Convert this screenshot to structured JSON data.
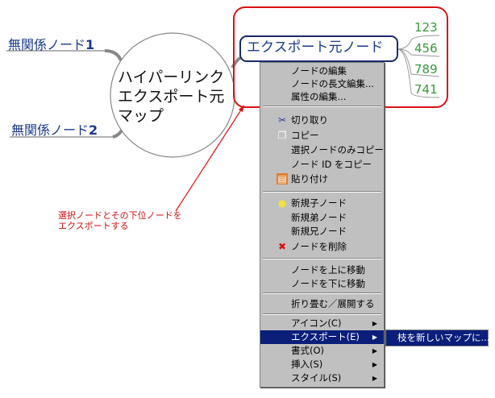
{
  "map": {
    "unrelated_nodes": [
      {
        "label": "無関係ノード",
        "num": "1"
      },
      {
        "label": "無関係ノード",
        "num": "2"
      }
    ],
    "root": [
      "ハイパーリンク",
      "エクスポート元",
      "マップ"
    ],
    "selected_node": "エクスポート元ノード",
    "children": [
      "123",
      "456",
      "789",
      "741"
    ],
    "annotation": [
      "選択ノードとその下位ノードを",
      "エクスポートする"
    ],
    "colors": {
      "highlight_border": "#dd1111",
      "menu_highlight": "#0a1e7a",
      "node_text": "#1a3a8a",
      "child_text": "#3a9a3a"
    }
  },
  "menu": {
    "items": [
      {
        "label": "ノードの編集"
      },
      {
        "label": "ノードの長文編集..."
      },
      {
        "label": "属性の編集..."
      },
      {
        "label": "切り取り",
        "icon": "scissors-icon"
      },
      {
        "label": "コピー",
        "icon": "copy-icon"
      },
      {
        "label": "選択ノードのみコピー"
      },
      {
        "label": "ノード ID をコピー"
      },
      {
        "label": "貼り付け",
        "icon": "paste-icon"
      },
      {
        "label": "新規子ノード",
        "icon": "lightbulb-icon"
      },
      {
        "label": "新規弟ノード"
      },
      {
        "label": "新規兄ノード"
      },
      {
        "label": "ノードを削除",
        "icon": "delete-icon"
      },
      {
        "label": "ノードを上に移動"
      },
      {
        "label": "ノードを下に移動"
      },
      {
        "label": "折り畳む／展開する"
      },
      {
        "label": "アイコン(C)"
      },
      {
        "label": "エクスポート(E)"
      },
      {
        "label": "書式(O)"
      },
      {
        "label": "挿入(S)"
      },
      {
        "label": "スタイル(S)"
      }
    ],
    "submenu": "枝を新しいマップに..."
  }
}
